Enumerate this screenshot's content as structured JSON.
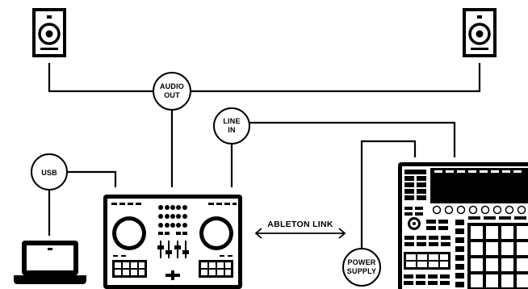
{
  "diagram": {
    "colors": {
      "ink": "#000000",
      "paper": "#ffffff"
    },
    "labels": {
      "audio_out_1": "AUDIO",
      "audio_out_2": "OUT",
      "line_in_1": "LINE",
      "line_in_2": "IN",
      "usb": "USB",
      "power_1": "POWER",
      "power_2": "SUPPLY",
      "ableton_link": "ABLETON LINK"
    },
    "devices": [
      {
        "name": "speaker",
        "icon": "speaker-icon"
      },
      {
        "name": "speaker",
        "icon": "speaker-icon"
      },
      {
        "name": "laptop",
        "icon": "laptop-icon"
      },
      {
        "name": "dj controller",
        "icon": "dj-controller-icon"
      },
      {
        "name": "groove production controller",
        "icon": "maschine-controller-icon"
      }
    ]
  }
}
